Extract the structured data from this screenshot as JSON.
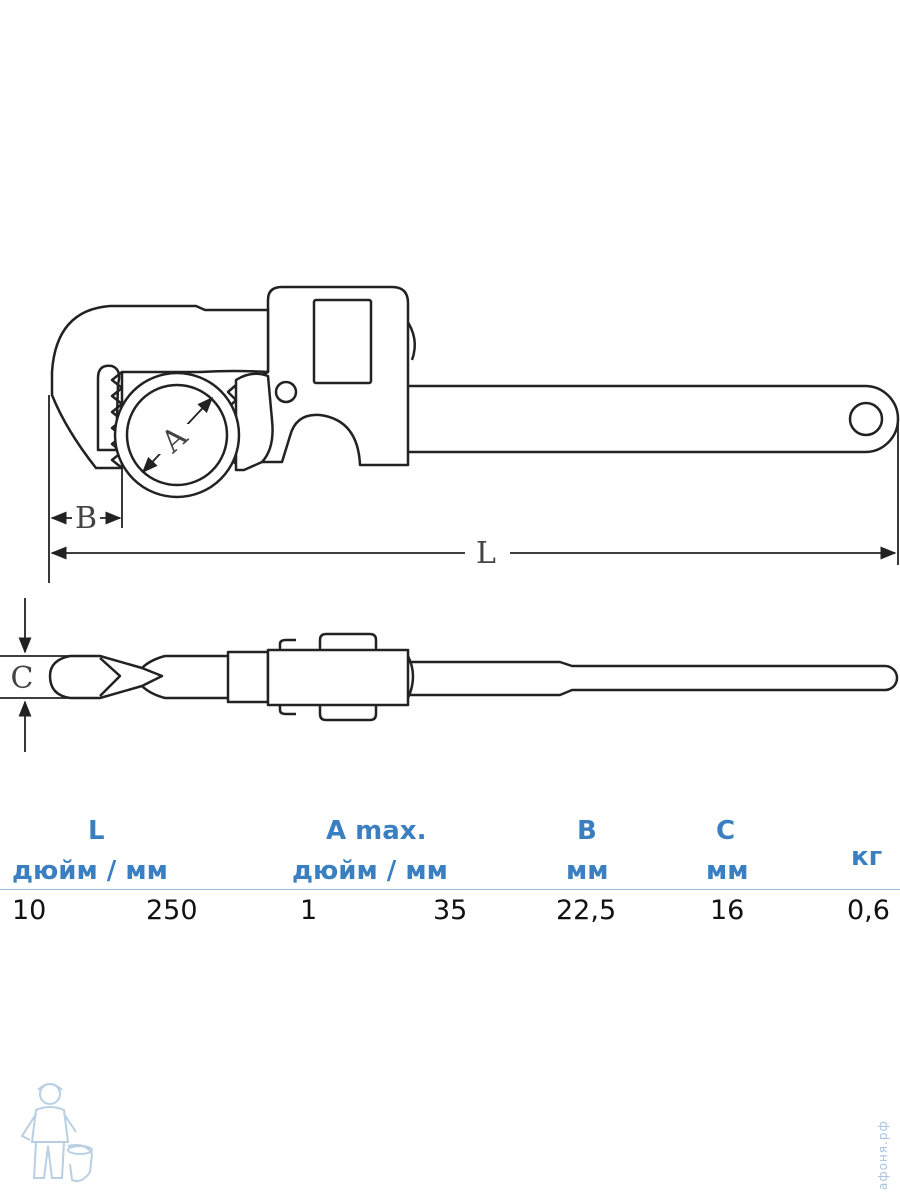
{
  "figure": {
    "dimension_labels": {
      "A": "A",
      "B": "B",
      "L": "L",
      "C": "C"
    }
  },
  "spec_table": {
    "headers": {
      "L": {
        "title": "L",
        "units": "дюйм / мм"
      },
      "A": {
        "title": "A max.",
        "units": "дюйм / мм"
      },
      "B": {
        "title": "B",
        "units": "мм"
      },
      "C": {
        "title": "C",
        "units": "мм"
      },
      "weight": {
        "units": "кг"
      }
    },
    "row": {
      "L_inch": "10",
      "L_mm": "250",
      "A_inch": "1",
      "A_mm": "35",
      "B_mm": "22,5",
      "C_mm": "16",
      "weight_kg": "0,6"
    },
    "header_color": "#3a7fc1"
  },
  "watermark": {
    "text": "афоня.рф",
    "icon": "plumber-mascot-icon"
  }
}
